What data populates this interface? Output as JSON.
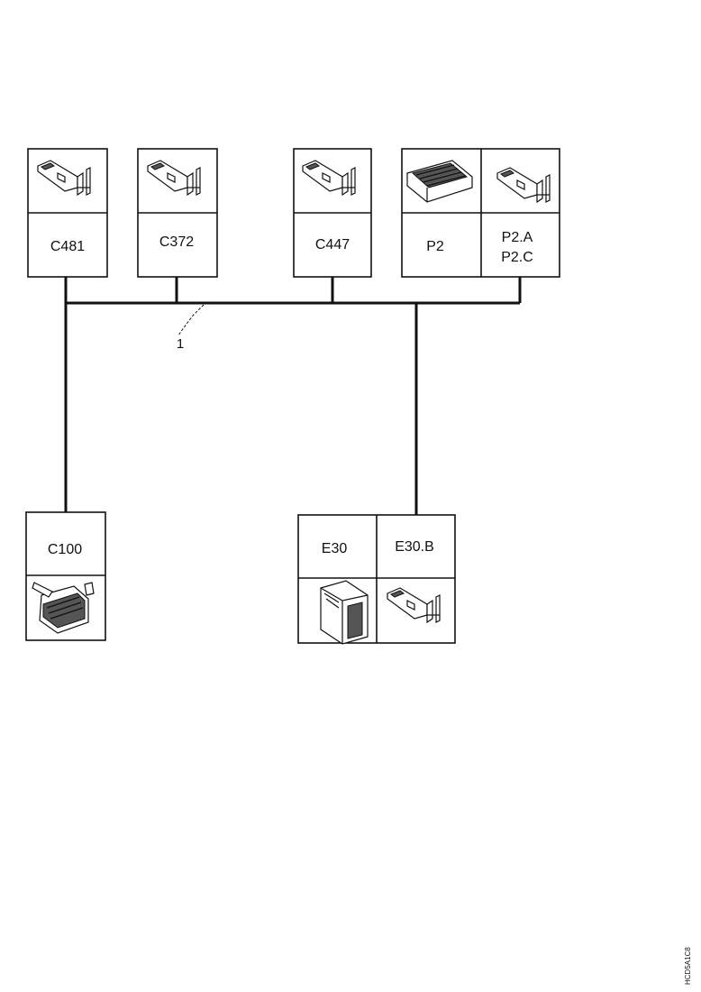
{
  "connectors": {
    "c481": "C481",
    "c372": "C372",
    "c447": "C447",
    "p2": "P2",
    "p2a": "P2.A",
    "p2c": "P2.C",
    "c100": "C100",
    "e30": "E30",
    "e30b": "E30.B"
  },
  "harness": {
    "callout": "1"
  },
  "doc_code": "HCD5A1C8"
}
